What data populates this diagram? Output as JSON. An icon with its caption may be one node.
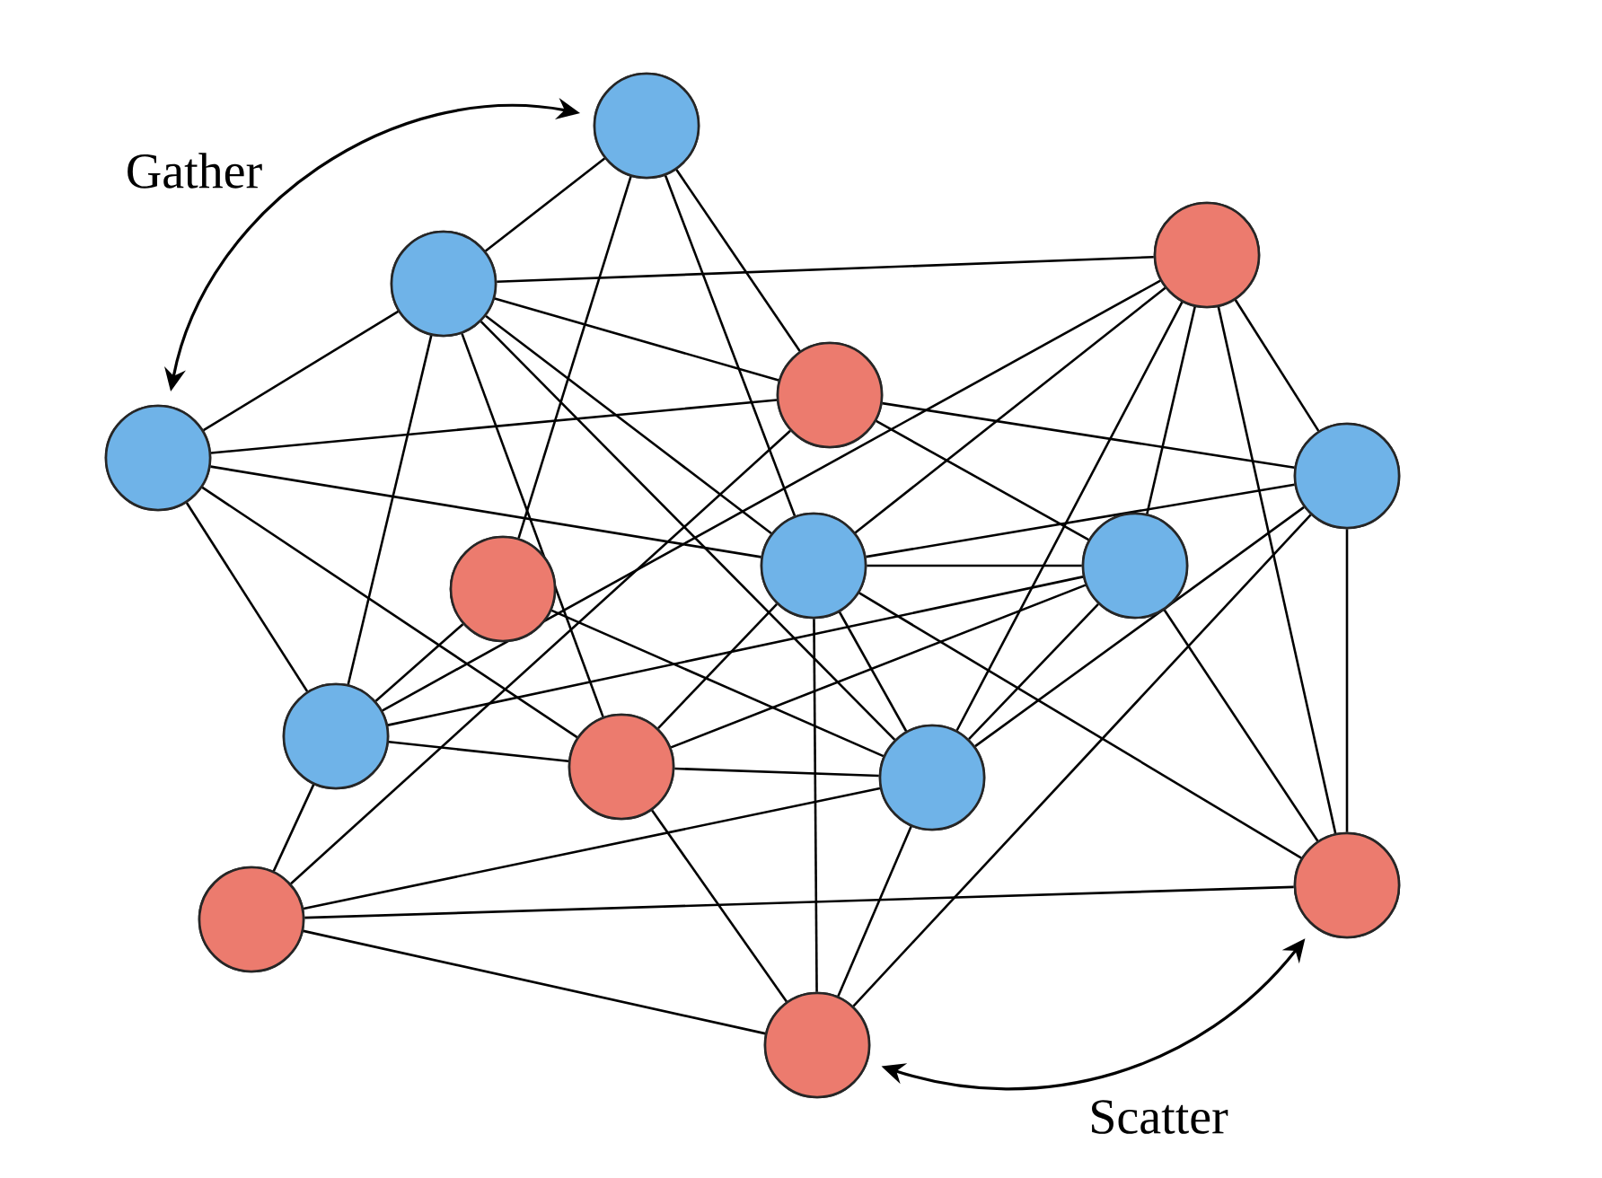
{
  "diagram": {
    "nodes": [
      {
        "text": [],
        "shape": "circle"
      },
      {
        "text": [],
        "shape": "circle"
      },
      {
        "text": [],
        "shape": "circle"
      },
      {
        "text": [],
        "shape": "circle"
      },
      {
        "text": [],
        "shape": "circle"
      },
      {
        "text": [],
        "shape": "circle"
      },
      {
        "text": [],
        "shape": "circle"
      },
      {
        "text": [],
        "shape": "circle"
      },
      {
        "text": [],
        "shape": "circle"
      },
      {
        "text": [],
        "shape": "circle"
      },
      {
        "text": [],
        "shape": "circle"
      },
      {
        "text": [],
        "shape": "circle"
      },
      {
        "text": [],
        "shape": "circle"
      },
      {
        "text": [],
        "shape": "circle"
      },
      {
        "text": [],
        "shape": "circle"
      }
    ],
    "edges": [
      {
        "from": 4,
        "to": 0,
        "arrow": "both",
        "label": "Gather"
      },
      {
        "from": 14,
        "to": 13,
        "arrow": "both",
        "label": "Scatter"
      },
      {
        "from": 0,
        "to": 1,
        "arrow": "none"
      },
      {
        "from": 0,
        "to": 6,
        "arrow": "none"
      },
      {
        "from": 0,
        "to": 7,
        "arrow": "none"
      },
      {
        "from": 0,
        "to": 3,
        "arrow": "none"
      },
      {
        "from": 1,
        "to": 4,
        "arrow": "none"
      },
      {
        "from": 1,
        "to": 2,
        "arrow": "none"
      },
      {
        "from": 1,
        "to": 3,
        "arrow": "none"
      },
      {
        "from": 1,
        "to": 7,
        "arrow": "none"
      },
      {
        "from": 1,
        "to": 9,
        "arrow": "none"
      },
      {
        "from": 1,
        "to": 10,
        "arrow": "none"
      },
      {
        "from": 1,
        "to": 11,
        "arrow": "none"
      },
      {
        "from": 4,
        "to": 3,
        "arrow": "none"
      },
      {
        "from": 4,
        "to": 7,
        "arrow": "none"
      },
      {
        "from": 4,
        "to": 9,
        "arrow": "none"
      },
      {
        "from": 4,
        "to": 10,
        "arrow": "none"
      },
      {
        "from": 2,
        "to": 5,
        "arrow": "none"
      },
      {
        "from": 2,
        "to": 8,
        "arrow": "none"
      },
      {
        "from": 2,
        "to": 11,
        "arrow": "none"
      },
      {
        "from": 2,
        "to": 13,
        "arrow": "none"
      },
      {
        "from": 2,
        "to": 9,
        "arrow": "none"
      },
      {
        "from": 2,
        "to": 7,
        "arrow": "none"
      },
      {
        "from": 5,
        "to": 14,
        "arrow": "none"
      },
      {
        "from": 3,
        "to": 5,
        "arrow": "none"
      },
      {
        "from": 3,
        "to": 8,
        "arrow": "none"
      },
      {
        "from": 3,
        "to": 12,
        "arrow": "none"
      },
      {
        "from": 7,
        "to": 8,
        "arrow": "none"
      },
      {
        "from": 7,
        "to": 5,
        "arrow": "none"
      },
      {
        "from": 7,
        "to": 14,
        "arrow": "none"
      },
      {
        "from": 7,
        "to": 11,
        "arrow": "none"
      },
      {
        "from": 7,
        "to": 13,
        "arrow": "none"
      },
      {
        "from": 8,
        "to": 9,
        "arrow": "none"
      },
      {
        "from": 8,
        "to": 10,
        "arrow": "none"
      },
      {
        "from": 8,
        "to": 13,
        "arrow": "none"
      },
      {
        "from": 8,
        "to": 11,
        "arrow": "none"
      },
      {
        "from": 5,
        "to": 13,
        "arrow": "none"
      },
      {
        "from": 5,
        "to": 11,
        "arrow": "none"
      },
      {
        "from": 11,
        "to": 12,
        "arrow": "none"
      },
      {
        "from": 6,
        "to": 9,
        "arrow": "none"
      },
      {
        "from": 6,
        "to": 11,
        "arrow": "none"
      },
      {
        "from": 9,
        "to": 10,
        "arrow": "none"
      },
      {
        "from": 9,
        "to": 12,
        "arrow": "none"
      },
      {
        "from": 10,
        "to": 11,
        "arrow": "none"
      },
      {
        "from": 10,
        "to": 14,
        "arrow": "none"
      },
      {
        "from": 10,
        "to": 7,
        "arrow": "none"
      },
      {
        "from": 11,
        "to": 14,
        "arrow": "none"
      },
      {
        "from": 12,
        "to": 14,
        "arrow": "none"
      },
      {
        "from": 12,
        "to": 13,
        "arrow": "none"
      }
    ]
  }
}
